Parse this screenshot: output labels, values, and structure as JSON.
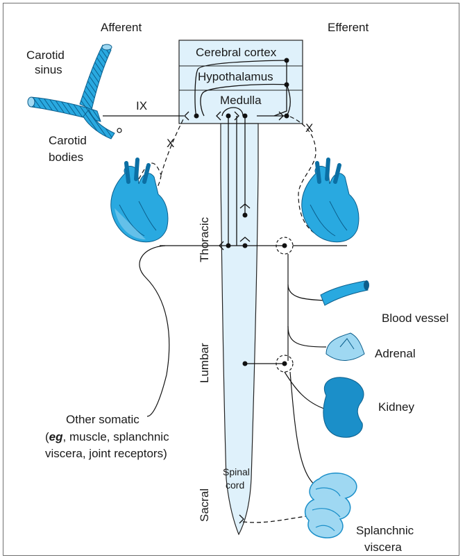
{
  "headers": {
    "afferent": "Afferent",
    "efferent": "Efferent"
  },
  "brain": {
    "cortex": "Cerebral cortex",
    "hypothalamus": "Hypothalamus",
    "medulla": "Medulla"
  },
  "nerves": {
    "ix": "IX",
    "x_left": "X",
    "x_right": "X"
  },
  "left_labels": {
    "carotid_sinus_1": "Carotid",
    "carotid_sinus_2": "sinus",
    "carotid_bodies_1": "Carotid",
    "carotid_bodies_2": "bodies",
    "other_somatic_1": "Other somatic",
    "other_somatic_2_italic": "eg",
    "other_somatic_2_rest": ", muscle, splanchnic",
    "other_somatic_3": "viscera, joint receptors)"
  },
  "cord_regions": {
    "thoracic": "Thoracic",
    "lumbar": "Lumbar",
    "sacral": "Sacral",
    "spinal_1": "Spinal",
    "spinal_2": "cord"
  },
  "right_labels": {
    "blood_vessel": "Blood vessel",
    "adrenal": "Adrenal",
    "kidney": "Kidney",
    "splanchnic_1": "Splanchnic",
    "splanchnic_2": "viscera"
  },
  "colors": {
    "organ_blue": "#29a9e0",
    "organ_dark": "#0b6fa4",
    "organ_light": "#9fd8f2",
    "cord_fill": "#dff1fb"
  }
}
